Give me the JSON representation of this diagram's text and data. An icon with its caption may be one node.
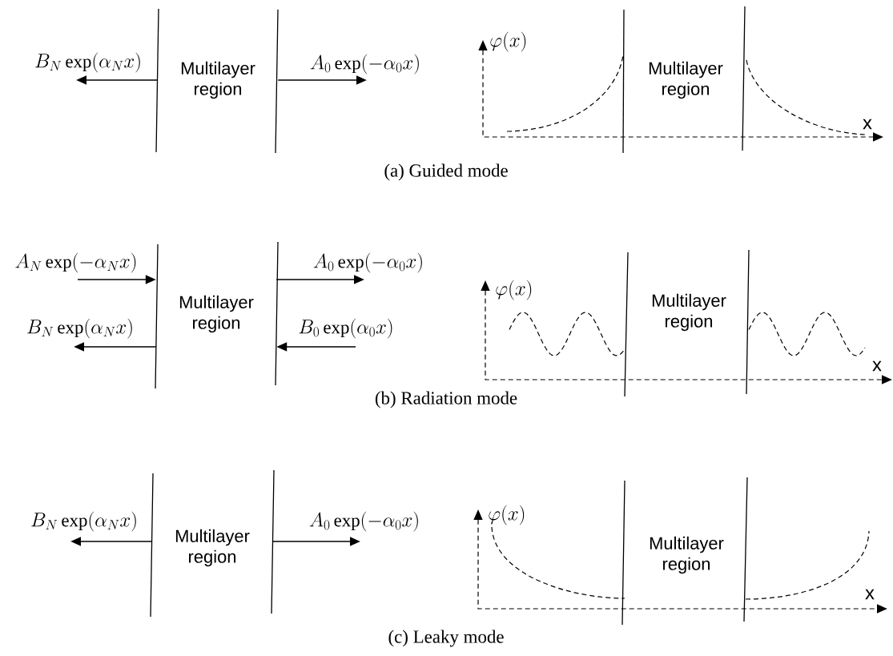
{
  "diagram": {
    "nodes": [
      {
        "text": [
          "Multilayer region"
        ]
      },
      {
        "text": [
          "Multilayer region"
        ]
      },
      {
        "text": [
          "Multilayer region"
        ]
      }
    ],
    "edges": [
      {
        "from": 0,
        "to": null,
        "arrow": "to",
        "label": "B_N\\exp(\\alpha_N x)"
      },
      {
        "from": 0,
        "to": null,
        "arrow": "to",
        "label": "A_0\\exp(-\\alpha_0 x)"
      },
      {
        "from": null,
        "to": 1,
        "arrow": "to",
        "label": "A_N\\exp(-\\alpha_N x)"
      },
      {
        "from": 1,
        "to": null,
        "arrow": "to",
        "label": "A_0\\exp(-\\alpha_0 x)"
      },
      {
        "from": 1,
        "to": null,
        "arrow": "to",
        "label": "B_N\\exp(\\alpha_N x)"
      },
      {
        "from": null,
        "to": 1,
        "arrow": "to",
        "label": "B_0\\exp(\\alpha_0 x)"
      },
      {
        "from": 2,
        "to": null,
        "arrow": "to",
        "label": "B_N\\exp(\\alpha_N x)"
      },
      {
        "from": 2,
        "to": null,
        "arrow": "to",
        "label": "A_0\\exp(-\\alpha_0 x)"
      }
    ],
    "labels": [
      "\\varphi(x)",
      "Multilayer region",
      "x",
      "(a) Guided mode",
      "\\varphi(x)",
      "Multilayer region",
      "x",
      "(b) Radiation mode",
      "\\varphi(x)",
      "Multilayer region",
      "x",
      "(c) Leaky mode"
    ]
  }
}
